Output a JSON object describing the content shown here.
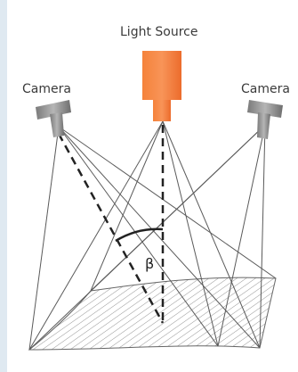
{
  "labels": {
    "light_source": "Light Source",
    "camera_left": "Camera",
    "camera_right": "Camera",
    "angle": "β"
  },
  "colors": {
    "light_source": "#f07838",
    "camera": "#8a8a8a",
    "lines": "#555555",
    "dashed": "#222222",
    "hatch": "#777777",
    "edge_strip": "#dfe9f1"
  },
  "icons": {
    "light_source": "light-source-lamp-icon",
    "camera_left": "camera-icon",
    "camera_right": "camera-icon"
  }
}
